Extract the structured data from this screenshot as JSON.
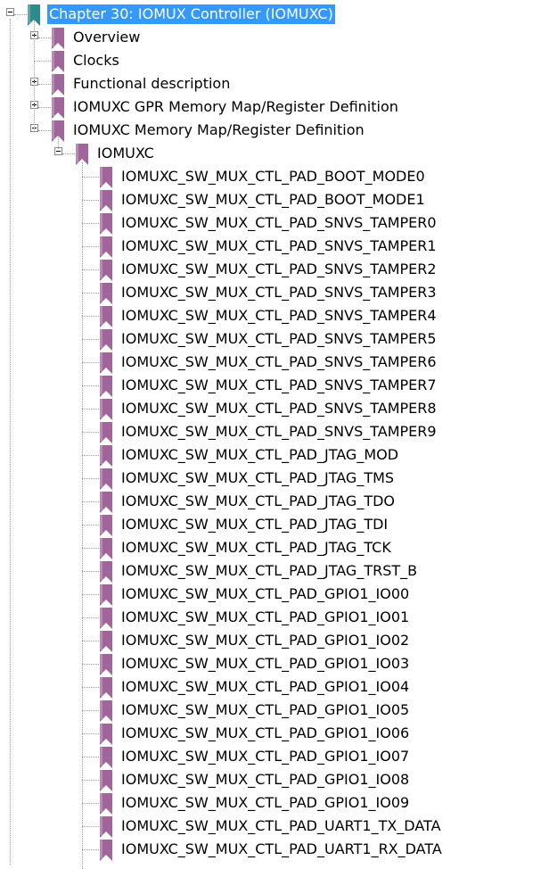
{
  "tree": {
    "root": {
      "label": "Chapter 30: IOMUX Controller (IOMUXC)",
      "icon": "bookmark-icon",
      "icon_color": "#2e8b8b",
      "selected_bg": "#3399ff",
      "expanded": true
    },
    "level1": [
      {
        "label": "Overview",
        "icon": "bookmark-icon",
        "expander": "plus"
      },
      {
        "label": "Clocks",
        "icon": "bookmark-icon",
        "expander": "none"
      },
      {
        "label": "Functional description",
        "icon": "bookmark-icon",
        "expander": "plus"
      },
      {
        "label": "IOMUXC GPR Memory Map/Register Definition",
        "icon": "bookmark-icon",
        "expander": "plus"
      },
      {
        "label": "IOMUXC Memory Map/Register Definition",
        "icon": "bookmark-icon",
        "expander": "minus"
      }
    ],
    "level2": {
      "label": "IOMUXC",
      "icon": "bookmark-icon",
      "expander": "minus"
    },
    "bookmark_color": "#a0659a",
    "registers": [
      "IOMUXC_SW_MUX_CTL_PAD_BOOT_MODE0",
      "IOMUXC_SW_MUX_CTL_PAD_BOOT_MODE1",
      "IOMUXC_SW_MUX_CTL_PAD_SNVS_TAMPER0",
      "IOMUXC_SW_MUX_CTL_PAD_SNVS_TAMPER1",
      "IOMUXC_SW_MUX_CTL_PAD_SNVS_TAMPER2",
      "IOMUXC_SW_MUX_CTL_PAD_SNVS_TAMPER3",
      "IOMUXC_SW_MUX_CTL_PAD_SNVS_TAMPER4",
      "IOMUXC_SW_MUX_CTL_PAD_SNVS_TAMPER5",
      "IOMUXC_SW_MUX_CTL_PAD_SNVS_TAMPER6",
      "IOMUXC_SW_MUX_CTL_PAD_SNVS_TAMPER7",
      "IOMUXC_SW_MUX_CTL_PAD_SNVS_TAMPER8",
      "IOMUXC_SW_MUX_CTL_PAD_SNVS_TAMPER9",
      "IOMUXC_SW_MUX_CTL_PAD_JTAG_MOD",
      "IOMUXC_SW_MUX_CTL_PAD_JTAG_TMS",
      "IOMUXC_SW_MUX_CTL_PAD_JTAG_TDO",
      "IOMUXC_SW_MUX_CTL_PAD_JTAG_TDI",
      "IOMUXC_SW_MUX_CTL_PAD_JTAG_TCK",
      "IOMUXC_SW_MUX_CTL_PAD_JTAG_TRST_B",
      "IOMUXC_SW_MUX_CTL_PAD_GPIO1_IO00",
      "IOMUXC_SW_MUX_CTL_PAD_GPIO1_IO01",
      "IOMUXC_SW_MUX_CTL_PAD_GPIO1_IO02",
      "IOMUXC_SW_MUX_CTL_PAD_GPIO1_IO03",
      "IOMUXC_SW_MUX_CTL_PAD_GPIO1_IO04",
      "IOMUXC_SW_MUX_CTL_PAD_GPIO1_IO05",
      "IOMUXC_SW_MUX_CTL_PAD_GPIO1_IO06",
      "IOMUXC_SW_MUX_CTL_PAD_GPIO1_IO07",
      "IOMUXC_SW_MUX_CTL_PAD_GPIO1_IO08",
      "IOMUXC_SW_MUX_CTL_PAD_GPIO1_IO09",
      "IOMUXC_SW_MUX_CTL_PAD_UART1_TX_DATA",
      "IOMUXC_SW_MUX_CTL_PAD_UART1_RX_DATA"
    ]
  }
}
